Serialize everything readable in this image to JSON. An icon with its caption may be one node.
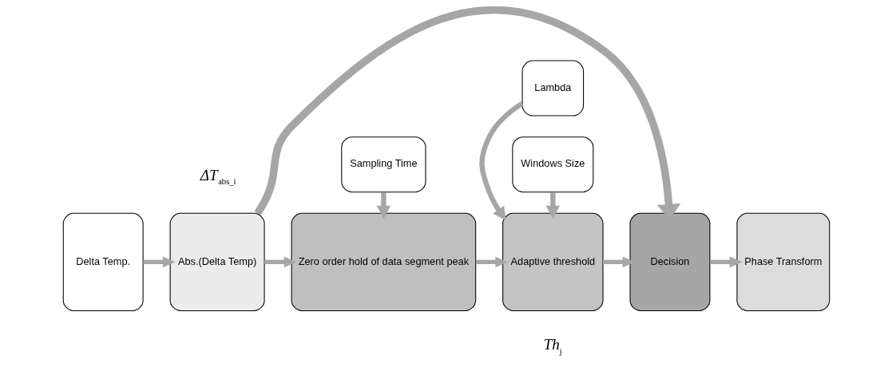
{
  "diagram": {
    "nodes": [
      {
        "text": [
          "Delta Temp."
        ]
      },
      {
        "text": [
          "Abs.(Delta Temp)"
        ]
      },
      {
        "text": [
          "Zero order hold of data segment peak"
        ]
      },
      {
        "text": [
          "Adaptive threshold"
        ]
      },
      {
        "text": [
          "Decision"
        ]
      },
      {
        "text": [
          "Phase Transform"
        ]
      },
      {
        "text": [
          "Sampling Time"
        ]
      },
      {
        "text": [
          "Lambda"
        ]
      },
      {
        "text": [
          "Windows Size"
        ]
      }
    ],
    "edges": [
      {
        "from": 0,
        "to": 1,
        "arrow": "to"
      },
      {
        "from": 1,
        "to": 2,
        "arrow": "to"
      },
      {
        "from": 2,
        "to": 3,
        "arrow": "to"
      },
      {
        "from": 3,
        "to": 4,
        "arrow": "to"
      },
      {
        "from": 4,
        "to": 5,
        "arrow": "to"
      },
      {
        "from": 6,
        "to": 2,
        "arrow": "to"
      },
      {
        "from": 7,
        "to": 3,
        "arrow": "to"
      },
      {
        "from": 8,
        "to": 3,
        "arrow": "to"
      },
      {
        "from": 1,
        "to": 4,
        "arrow": "to",
        "style": "thick"
      }
    ],
    "labels": [
      "ΔT$_{abs_i}$",
      "Th$_{j}$"
    ]
  }
}
